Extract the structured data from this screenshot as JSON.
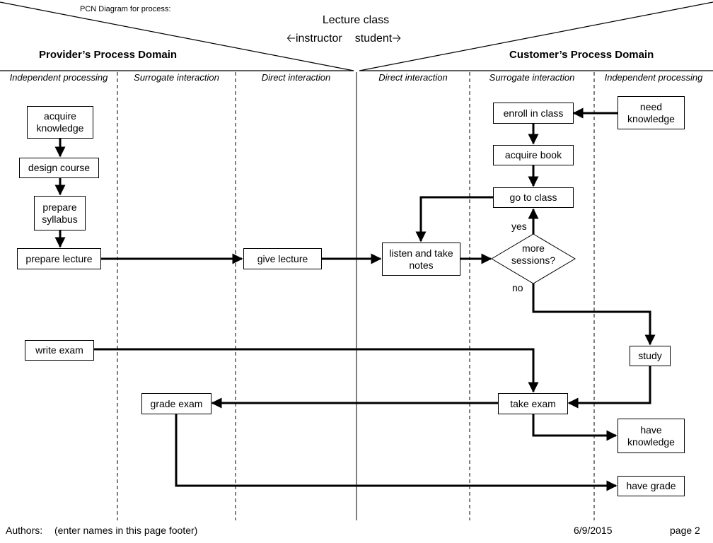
{
  "header": {
    "caption": "PCN Diagram for process:",
    "title_line1": "Lecture class",
    "title_line2_left": "instructor",
    "title_line2_right": "student",
    "provider_domain": "Provider’s  Process  Domain",
    "customer_domain": "Customer’s  Process  Domain"
  },
  "lanes": [
    "Independent processing",
    "Surrogate interaction",
    "Direct interaction",
    "Direct interaction",
    "Surrogate interaction",
    "Independent processing"
  ],
  "steps": {
    "acquire_knowledge": "acquire\nknowledge",
    "design_course": "design course",
    "prepare_syllabus": "prepare\nsyllabus",
    "prepare_lecture": "prepare lecture",
    "give_lecture": "give lecture",
    "listen_notes": "listen and take\nnotes",
    "enroll": "enroll in class",
    "need_knowledge": "need\nknowledge",
    "acquire_book": "acquire book",
    "go_to_class": "go to class",
    "more_sessions": "more\nsessions?",
    "study": "study",
    "write_exam": "write exam",
    "grade_exam": "grade exam",
    "take_exam": "take exam",
    "have_knowledge": "have\nknowledge",
    "have_grade": "have grade"
  },
  "branch_labels": {
    "yes": "yes",
    "no": "no"
  },
  "footer": {
    "authors_label": "Authors:",
    "authors_value": "(enter names in this page footer)",
    "date": "6/9/2015",
    "page": "page 2"
  }
}
